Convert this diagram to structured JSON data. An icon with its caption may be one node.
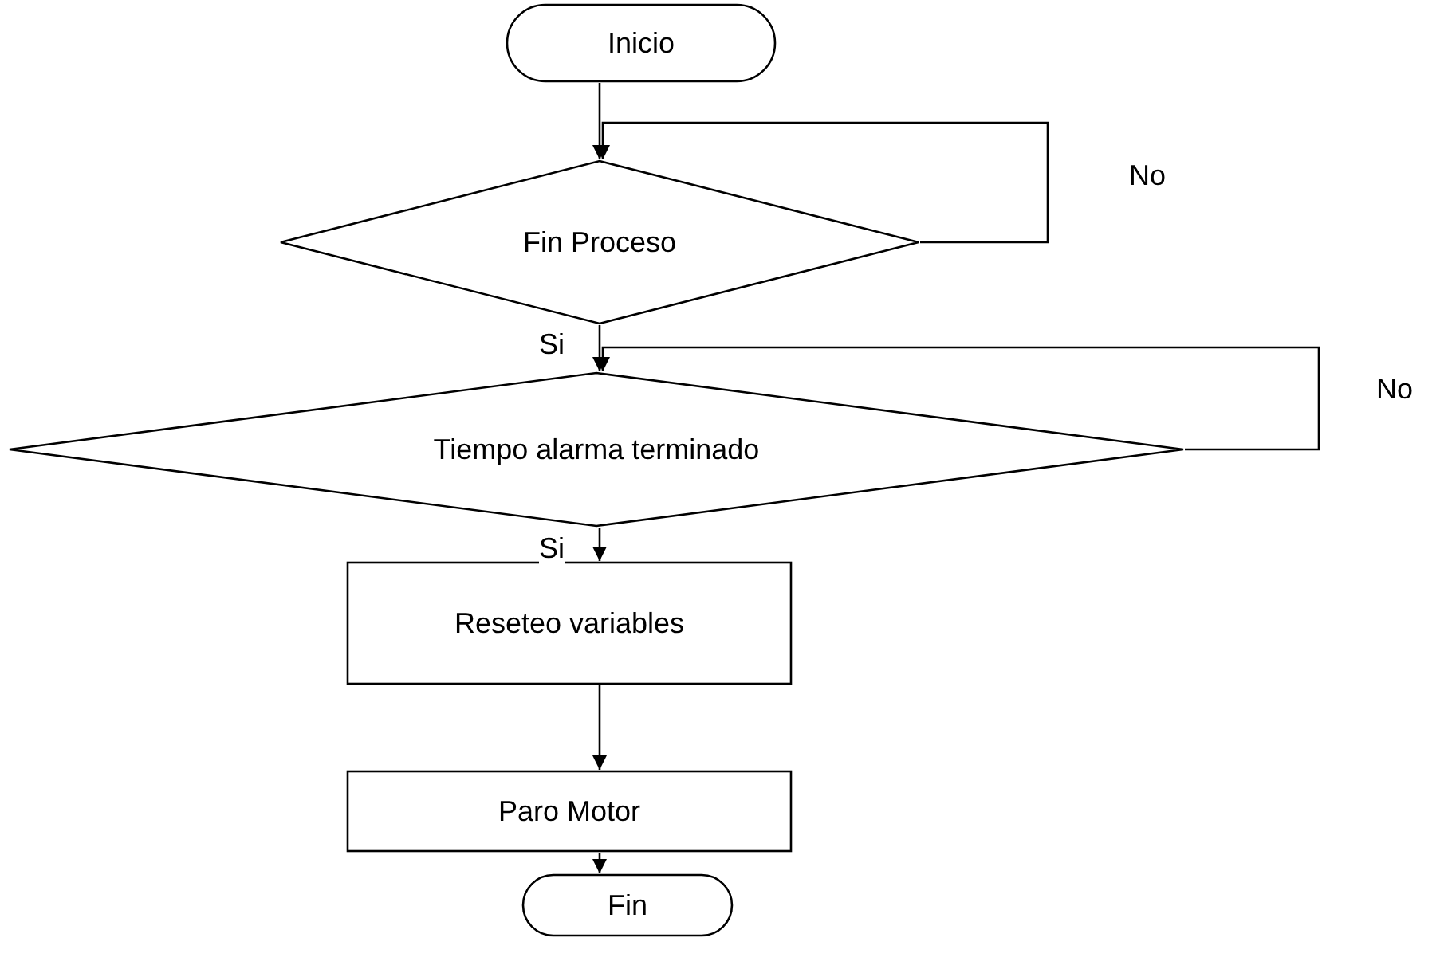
{
  "diagram": {
    "nodes": [
      {
        "text": [
          "Inicio"
        ]
      },
      {
        "text": [
          "Fin Proceso"
        ]
      },
      {
        "text": [
          "Tiempo alarma terminado"
        ]
      },
      {
        "text": [
          "Reseteo variables"
        ]
      },
      {
        "text": [
          "Paro Motor"
        ]
      },
      {
        "text": [
          "Fin"
        ]
      }
    ],
    "edges": [
      {
        "from": 0,
        "to": 1,
        "arrow": "to"
      },
      {
        "from": 1,
        "to": 1,
        "arrow": "to",
        "label": "No"
      },
      {
        "from": 1,
        "to": 2,
        "arrow": "to",
        "label": "Si"
      },
      {
        "from": 2,
        "to": 2,
        "arrow": "to",
        "label": "No"
      },
      {
        "from": 2,
        "to": 3,
        "arrow": "to",
        "label": "Si"
      },
      {
        "from": 3,
        "to": 4,
        "arrow": "to"
      },
      {
        "from": 4,
        "to": 5,
        "arrow": "to"
      }
    ]
  }
}
